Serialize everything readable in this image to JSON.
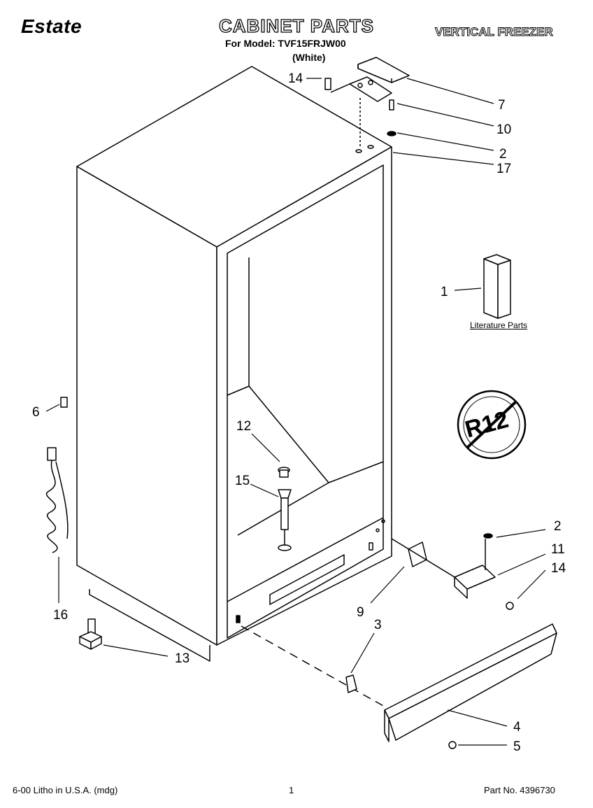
{
  "header": {
    "brand": "Estate",
    "title": "CABINET PARTS",
    "model_line": "For Model: TVF15FRJW00",
    "color_line": "(White)",
    "category": "VERTICAL FREEZER"
  },
  "labels": {
    "l14a": "14",
    "l7": "7",
    "l10": "10",
    "l2a": "2",
    "l17": "17",
    "l1": "1",
    "l6": "6",
    "l12": "12",
    "l15": "15",
    "l16": "16",
    "l13": "13",
    "l9": "9",
    "l3": "3",
    "l2b": "2",
    "l11": "11",
    "l14b": "14",
    "l4": "4",
    "l5": "5"
  },
  "literature_caption": "Literature Parts",
  "badge_text": "R12",
  "footer": {
    "left": "6-00 Litho in U.S.A. (mdg)",
    "page": "1",
    "part_no": "Part No. 4396730"
  }
}
